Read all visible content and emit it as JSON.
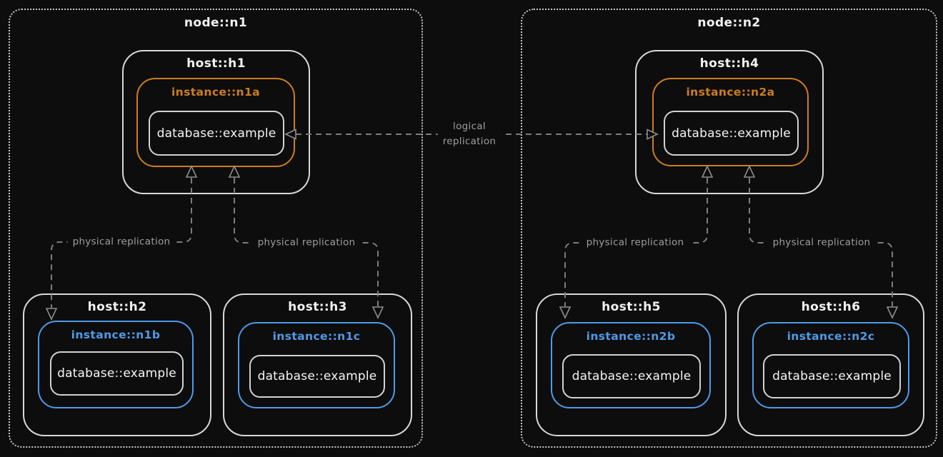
{
  "nodes": [
    {
      "label": "node::n1"
    },
    {
      "label": "node::n2"
    }
  ],
  "hosts": [
    {
      "label": "host::h1",
      "instance": {
        "label": "instance::n1a",
        "accent": "#cf7d1e",
        "db": "database::example"
      }
    },
    {
      "label": "host::h2",
      "instance": {
        "label": "instance::n1b",
        "accent": "#4e9be8",
        "db": "database::example"
      }
    },
    {
      "label": "host::h3",
      "instance": {
        "label": "instance::n1c",
        "accent": "#4e9be8",
        "db": "database::example"
      }
    },
    {
      "label": "host::h4",
      "instance": {
        "label": "instance::n2a",
        "accent": "#cf7d1e",
        "db": "database::example"
      }
    },
    {
      "label": "host::h5",
      "instance": {
        "label": "instance::n2b",
        "accent": "#4e9be8",
        "db": "database::example"
      }
    },
    {
      "label": "host::h6",
      "instance": {
        "label": "instance::n2c",
        "accent": "#4e9be8",
        "db": "database::example"
      }
    }
  ],
  "edges": {
    "logical": {
      "line1": "logical",
      "line2": "replication"
    },
    "physical": [
      {
        "label": "physical replication"
      },
      {
        "label": "physical replication"
      },
      {
        "label": "physical replication"
      },
      {
        "label": "physical replication"
      }
    ]
  },
  "colors": {
    "background": "#0d0d0d",
    "container_border": "#d8d8d8",
    "node_border": "#c7c7c7",
    "primary_instance_accent": "#cf7d1e",
    "replica_instance_accent": "#4e9be8",
    "edge_stroke": "#7d7d7d",
    "edge_label_text": "#9e9e9e",
    "label_text": "#f2f2f2"
  }
}
